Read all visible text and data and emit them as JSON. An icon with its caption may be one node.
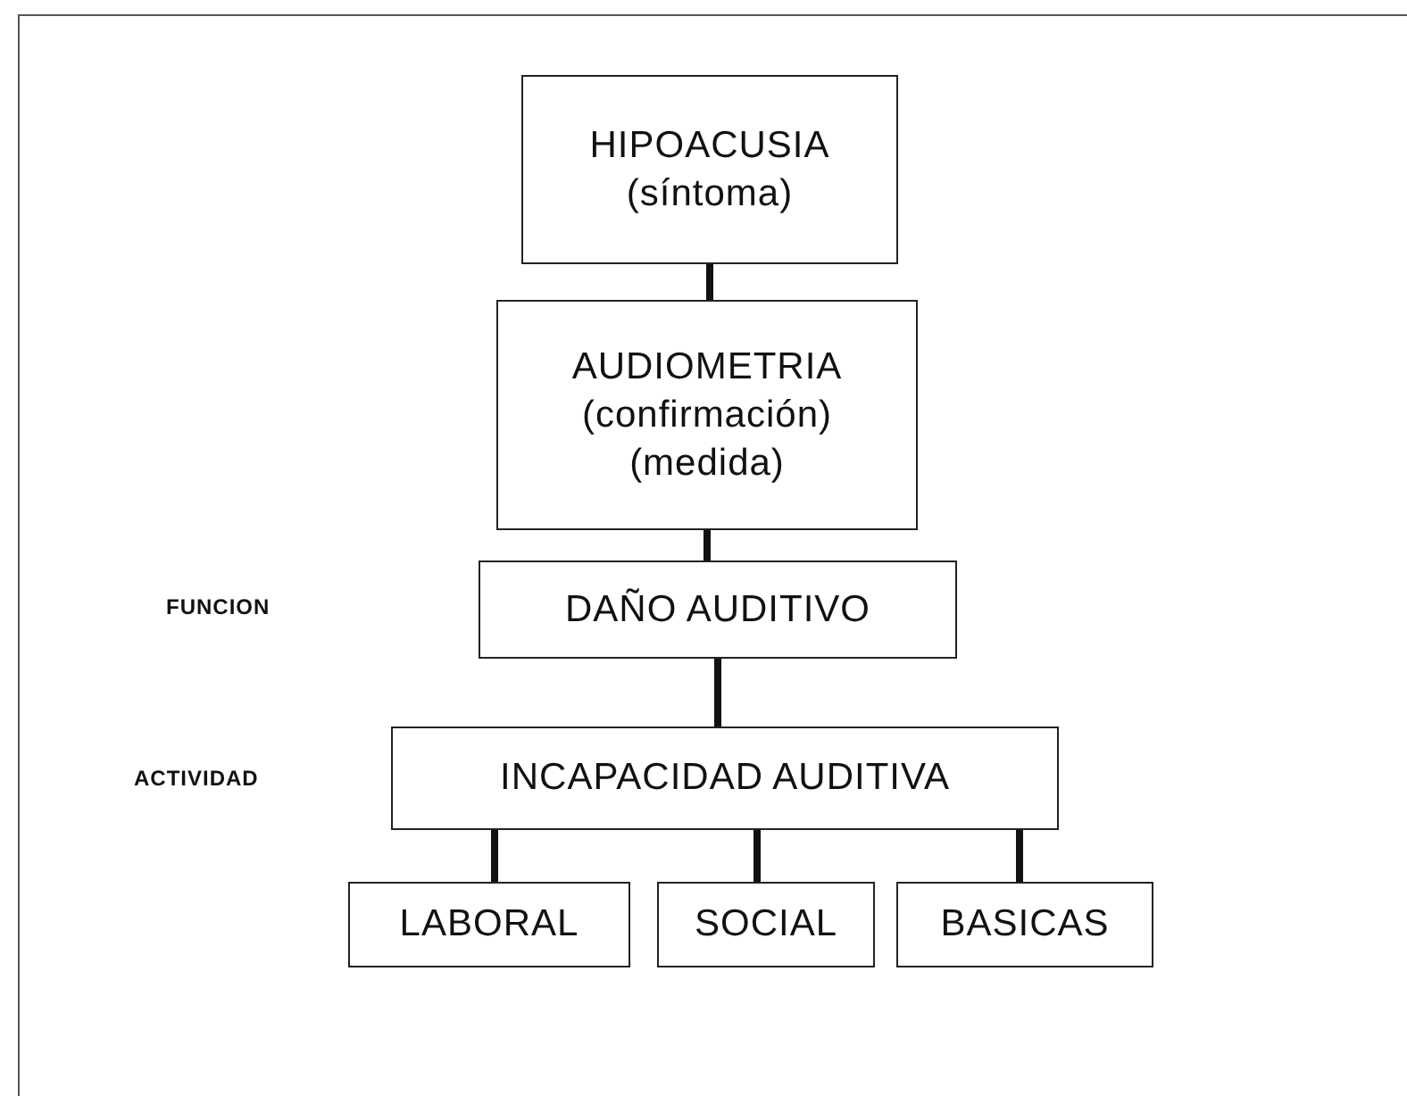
{
  "diagram": {
    "nodes": [
      {
        "text": [
          "HIPOACUSIA",
          "(síntoma)"
        ]
      },
      {
        "text": [
          "AUDIOMETRIA",
          "(confirmación)",
          "(medida)"
        ]
      },
      {
        "text": [
          "DAÑO AUDITIVO"
        ]
      },
      {
        "text": [
          "INCAPACIDAD AUDITIVA"
        ]
      },
      {
        "text": [
          "LABORAL"
        ]
      },
      {
        "text": [
          "SOCIAL"
        ]
      },
      {
        "text": [
          "BASICAS"
        ]
      }
    ],
    "edges": [
      {
        "from": 0,
        "to": 1,
        "arrow": "none"
      },
      {
        "from": 1,
        "to": 2,
        "arrow": "none"
      },
      {
        "from": 2,
        "to": 3,
        "arrow": "none"
      },
      {
        "from": 3,
        "to": 4,
        "arrow": "none"
      },
      {
        "from": 3,
        "to": 5,
        "arrow": "none"
      },
      {
        "from": 3,
        "to": 6,
        "arrow": "none"
      }
    ],
    "labels": [
      "FUNCION",
      "ACTIVIDAD"
    ]
  }
}
